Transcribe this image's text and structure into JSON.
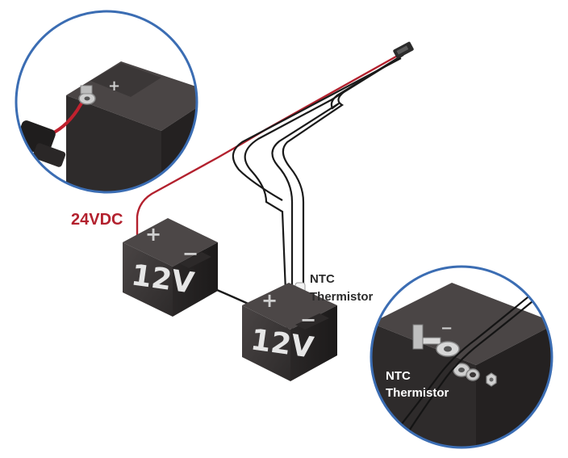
{
  "labels": {
    "voltage": "24VDC",
    "sensor_line1": "NTC",
    "sensor_line2": "Thermistor",
    "inset_sensor_line1": "NTC",
    "inset_sensor_line2": "Thermistor"
  },
  "batteries": [
    {
      "voltage_text": "12V",
      "plus": "+",
      "minus": "−"
    },
    {
      "voltage_text": "12V",
      "plus": "+",
      "minus": "−"
    }
  ],
  "insets": {
    "left": {
      "plus": "+"
    },
    "right": {
      "minus": "−"
    }
  },
  "colors": {
    "positive_wire": "#b3212e",
    "negative_wire": "#1a1a1a",
    "battery_body": "#3a3636",
    "inset_border": "#3b6db3"
  }
}
